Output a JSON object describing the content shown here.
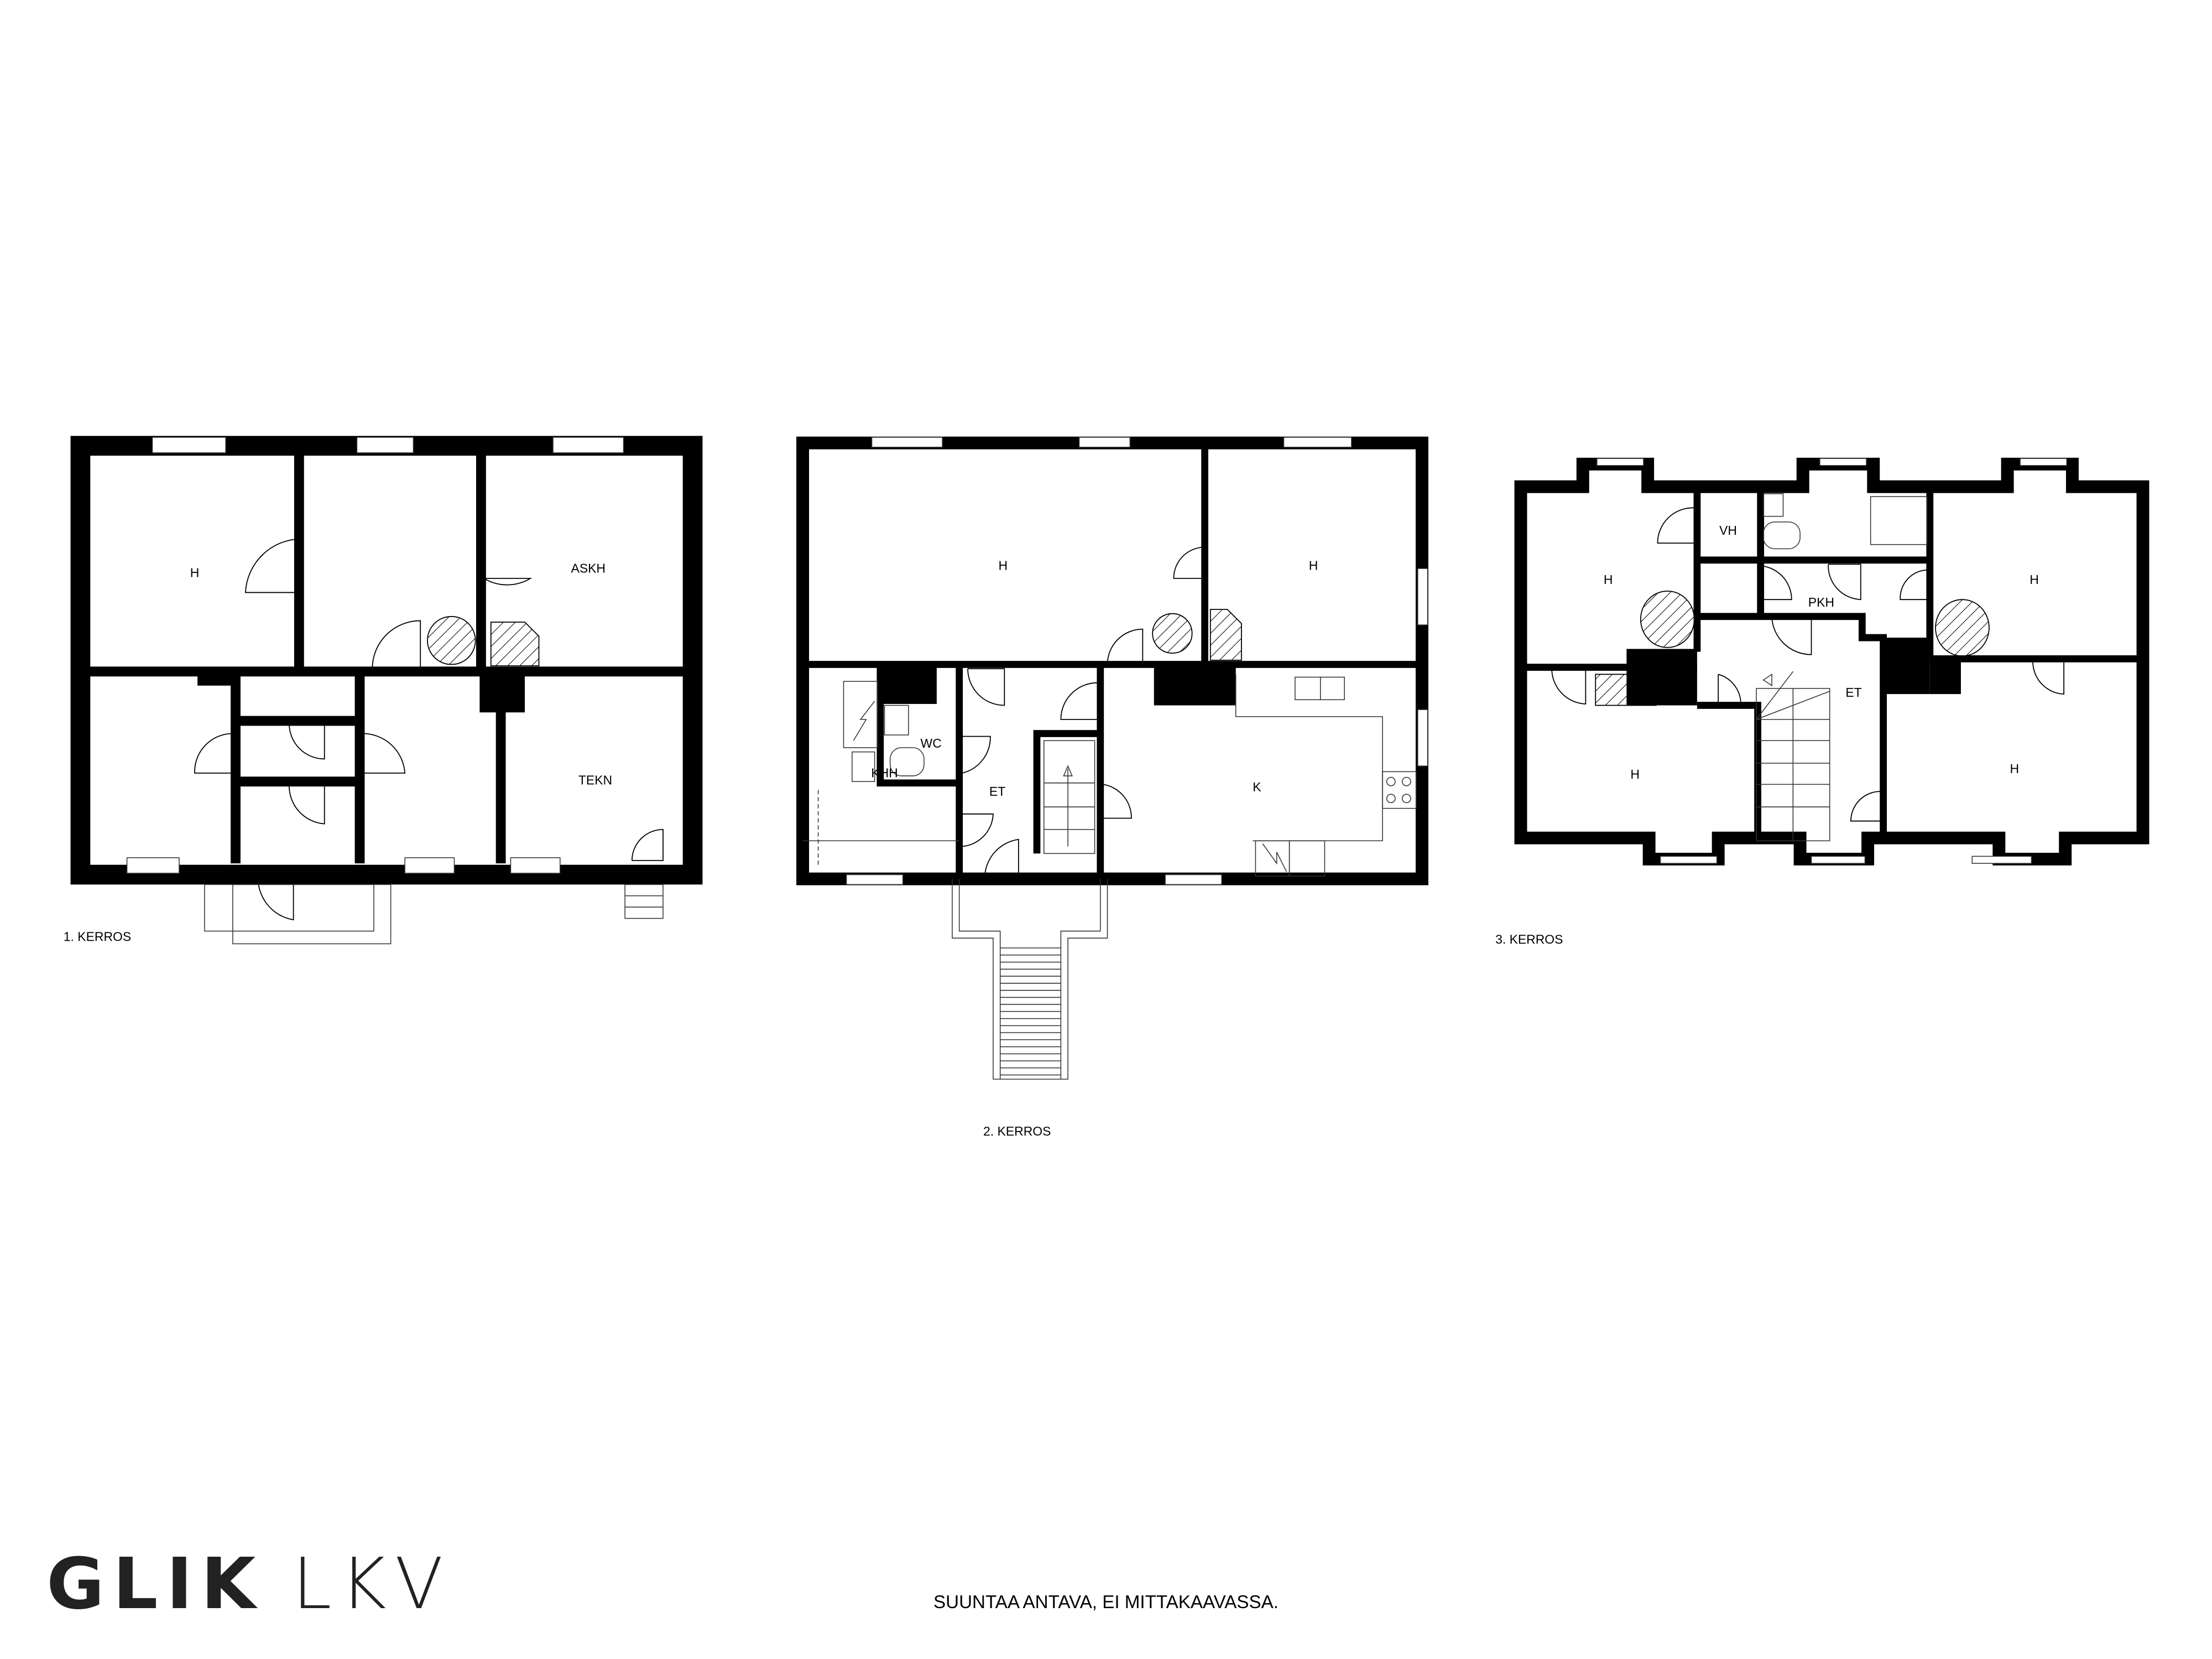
{
  "floors": [
    {
      "caption": "1. KERROS",
      "rooms": [
        "H",
        "ASKH",
        "TEKN"
      ]
    },
    {
      "caption": "2. KERROS",
      "rooms": [
        "H",
        "H",
        "WC",
        "KHH",
        "ET",
        "K"
      ]
    },
    {
      "caption": "3. KERROS",
      "rooms": [
        "H",
        "VH",
        "PKH",
        "H",
        "ET",
        "H",
        "H"
      ]
    }
  ],
  "logo": {
    "bold": "GLIK",
    "light": "LKV"
  },
  "footer_note": "SUUNTAA ANTAVA, EI MITTAKAAVASSA.",
  "colors": {
    "wall": "#000000",
    "background": "#ffffff"
  }
}
